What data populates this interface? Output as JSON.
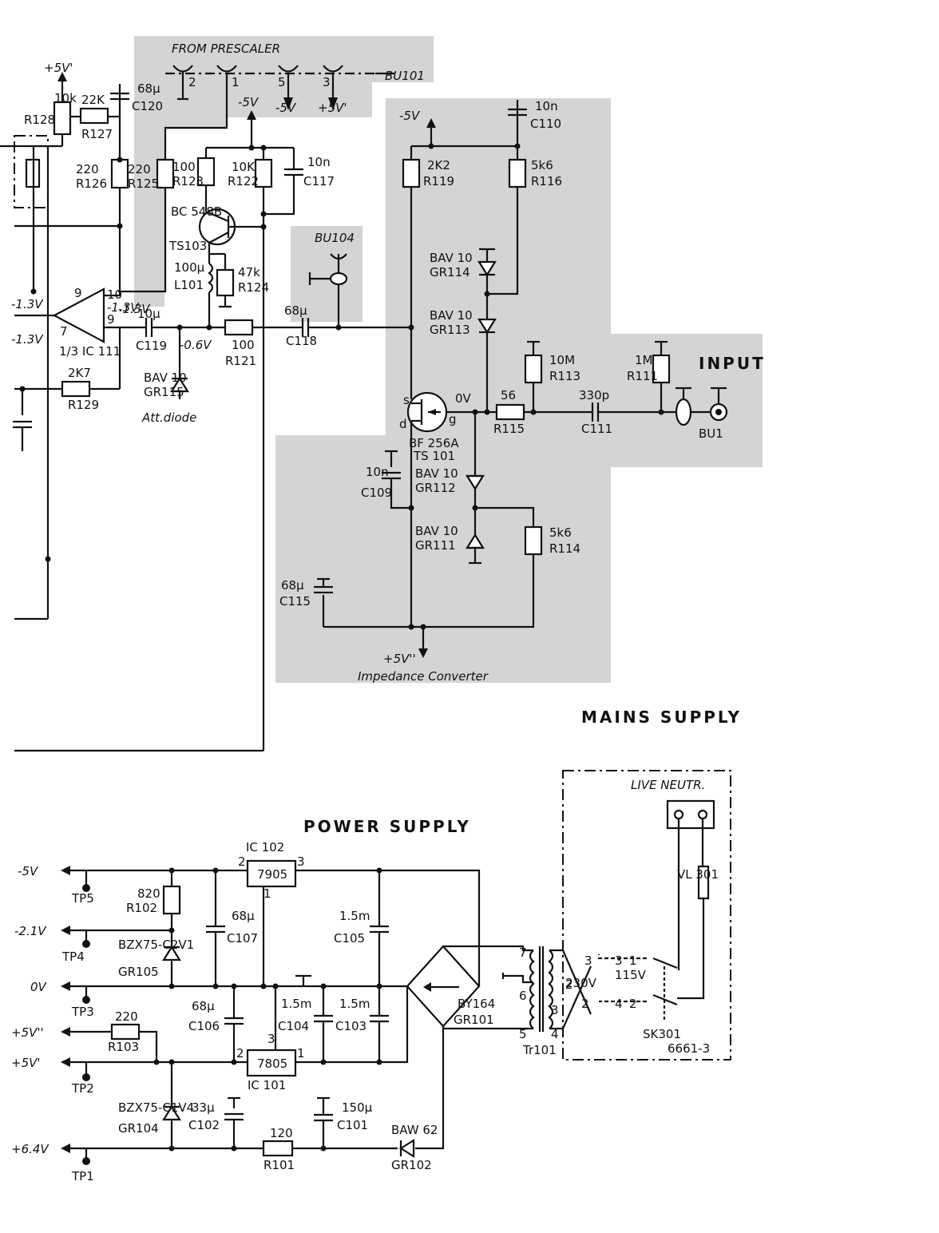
{
  "colors": {
    "background": "#ffffff",
    "ink": "#111111",
    "shade": "#d4d4d4"
  },
  "sections": {
    "from_prescaler": "FROM PRESCALER",
    "bu101": "BU101",
    "bu104": "BU104",
    "input": "INPUT",
    "bu1": "BU1",
    "att_diode": "Att.diode",
    "impedance_converter": "Impedance Converter",
    "mains_supply": "MAINS SUPPLY",
    "power_supply": "POWER SUPPLY",
    "live_neutr": "LIVE NEUTR.",
    "doc_number": "6661-3"
  },
  "connector_pins": {
    "p2": "2",
    "p1": "1",
    "p5": "5",
    "p3": "3"
  },
  "rails": {
    "m5v": "-5V",
    "m5v_b": "-5V",
    "m5v_c": "-5V",
    "p5v": "+5V",
    "p5v_top": "+5V'",
    "p5v_b": "+5V'",
    "p5v_imp": "+5V''",
    "m1_3v": "-1.3V",
    "m1_3v_a": "-1.3V",
    "m1_3v_b": "-1.3V",
    "m1_3v_c": "-1.3V",
    "m0_6v": "-0.6V",
    "zero_v": "0V"
  },
  "components": {
    "r128": "R128",
    "r128_v": "10k",
    "r127": "R127",
    "r127_v": "22K",
    "c120": "C120",
    "c120_v": "68μ",
    "r126": "R126",
    "r126_v": "220",
    "r125": "R125",
    "r125_v": "220",
    "r123": "R123",
    "r123_v": "100",
    "r122": "R122",
    "r122_v": "10K",
    "c117": "C117",
    "c117_v": "10n",
    "ts103": "TS103",
    "ts103_type": "BC 548B",
    "l101": "L101",
    "l101_v": "100μ",
    "r124": "R124",
    "r124_v": "47k",
    "ic111": "1/3 IC 111",
    "c119": "C119",
    "c119_v": "10μ",
    "r121": "R121",
    "r121_v": "100",
    "c118": "C118",
    "c118_v": "68μ",
    "gr115": "GR115",
    "gr115_type": "BAV 10",
    "r129": "R129",
    "r129_v": "2K7",
    "r119": "R119",
    "r119_v": "2K2",
    "r116": "R116",
    "r116_v": "5k6",
    "c110": "C110",
    "c110_v": "10n",
    "gr114": "GR114",
    "gr114_type": "BAV 10",
    "gr113": "GR113",
    "gr113_type": "BAV 10",
    "r113": "R113",
    "r113_v": "10M",
    "r111": "R111",
    "r111_v": "1M",
    "r115": "R115",
    "r115_v": "56",
    "c111": "C111",
    "c111_v": "330p",
    "ts101": "TS 101",
    "ts101_type": "BF 256A",
    "c109": "C109",
    "c109_v": "10n",
    "gr112": "GR112",
    "gr112_type": "BAV 10",
    "gr111": "GR111",
    "gr111_type": "BAV 10",
    "r114": "R114",
    "r114_v": "5k6",
    "c115": "C115",
    "c115_v": "68μ",
    "ic102": "IC 102",
    "ic102_type": "7905",
    "ic101": "IC 101",
    "ic101_type": "7805",
    "r102": "R102",
    "r102_v": "820",
    "c107": "C107",
    "c107_v": "68μ",
    "c105": "C105",
    "c105_v": "1.5m",
    "gr105": "GR105",
    "gr105_type": "BZX75-C2V1",
    "c106": "C106",
    "c106_v": "68μ",
    "c104": "C104",
    "c104_v": "1.5m",
    "c103": "C103",
    "c103_v": "1.5m",
    "r103": "R103",
    "r103_v": "220",
    "gr104": "GR104",
    "gr104_type": "BZX75-C1V4",
    "c102": "C102",
    "c102_v": "33μ",
    "c101": "C101",
    "c101_v": "150μ",
    "r101": "R101",
    "r101_v": "120",
    "gr102": "GR102",
    "gr102_type": "BAW 62",
    "gr101": "GR101",
    "gr101_type": "BY164",
    "tr101": "Tr101",
    "sk301": "SK301",
    "vl301": "VL 301",
    "v115": "115V",
    "v230": "230V"
  },
  "pins": {
    "n1": "1",
    "n2": "2",
    "n3": "3",
    "n4": "4",
    "n5": "5",
    "n6": "6",
    "n7": "7",
    "n9": "9",
    "n10": "10",
    "d": "d",
    "g": "g",
    "s": "s"
  },
  "outputs": {
    "m5v": "-5V",
    "m2_1v": "-2.1V",
    "zero_v": "0V",
    "p5v2": "+5V''",
    "p5v1": "+5V'",
    "p6_4v": "+6.4V"
  },
  "test_points": {
    "tp5": "TP5",
    "tp4": "TP4",
    "tp3": "TP3",
    "tp2": "TP2",
    "tp1": "TP1"
  }
}
